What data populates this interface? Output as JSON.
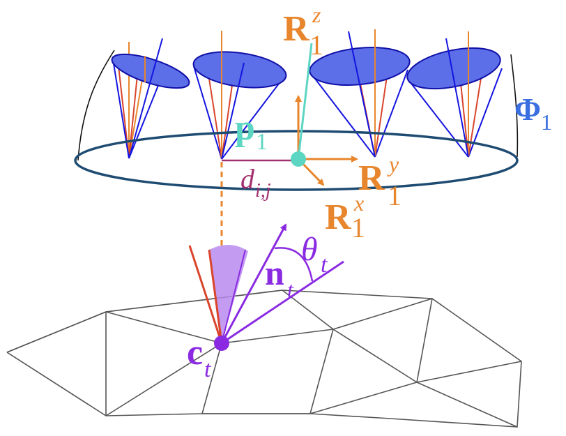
{
  "colors": {
    "orange": "#E8862E",
    "red": "#D9442B",
    "blue": "#1414E0",
    "cone_fill": "#5C6EE8",
    "cone_edge": "#1010A8",
    "ring": "#1E4B72",
    "teal": "#5CD6C2",
    "magenta": "#A3306E",
    "purple": "#8A2BE2",
    "purple_fill": "#B98BF0",
    "mesh": "#555555",
    "phi_blue": "#3A6FE0"
  },
  "labels": {
    "Rz_main": "R",
    "Rz_sup": "z",
    "Rz_sub": "1",
    "Ry_main": "R",
    "Ry_sup": "y",
    "Ry_sub": "1",
    "Rx_main": "R",
    "Rx_sup": "x",
    "Rx_sub": "1",
    "p_main": "p",
    "p_sub": "1",
    "phi_main": "Φ",
    "phi_sub": "1",
    "d_main": "d",
    "d_sub": "i,j",
    "theta_main": "θ",
    "theta_sub": "t",
    "n_main": "n",
    "n_sub": "t",
    "c_main": "c",
    "c_sub": "t"
  }
}
